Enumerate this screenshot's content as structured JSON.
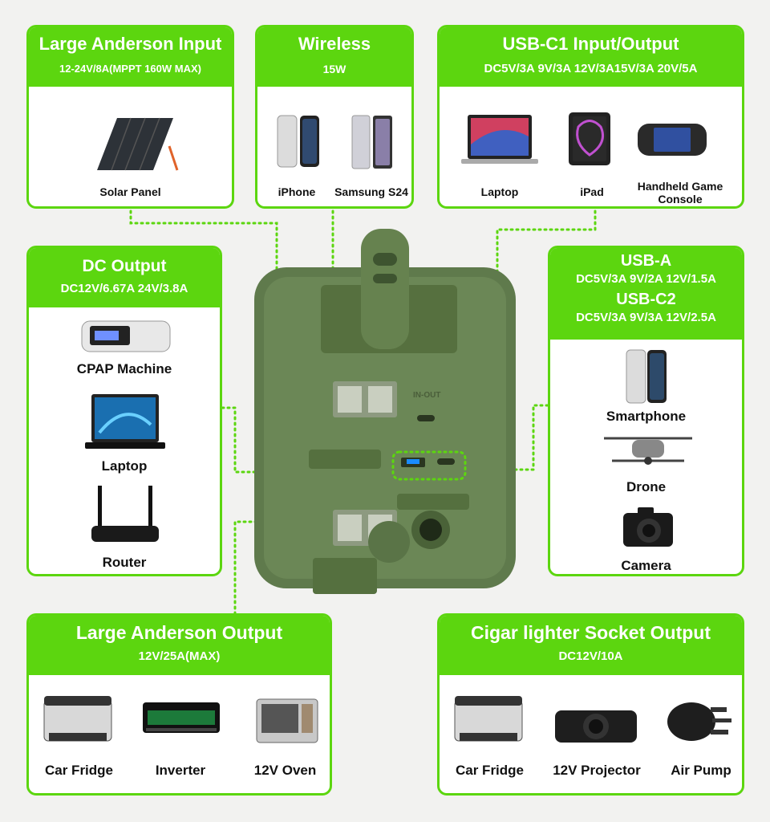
{
  "panels": {
    "anderson_input": {
      "title": "Large Anderson Input",
      "spec": "12-24V/8A(MPPT 160W MAX)",
      "devices": [
        "Solar Panel"
      ]
    },
    "wireless": {
      "title": "Wireless",
      "spec": "15W",
      "devices": [
        "iPhone",
        "Samsung S24"
      ]
    },
    "usbc1": {
      "title": "USB-C1 Input/Output",
      "spec": "DC5V/3A 9V/3A 12V/3A15V/3A 20V/5A",
      "devices": [
        "Laptop",
        "iPad",
        "Handheld Game Console"
      ]
    },
    "dc_output": {
      "title": "DC Output",
      "spec": "DC12V/6.67A 24V/3.8A",
      "devices": [
        "CPAP Machine",
        "Laptop",
        "Router"
      ]
    },
    "usba_c2": {
      "title1": "USB-A",
      "spec1": "DC5V/3A 9V/2A 12V/1.5A",
      "title2": "USB-C2",
      "spec2": "DC5V/3A 9V/3A 12V/2.5A",
      "devices": [
        "Smartphone",
        "Drone",
        "Camera"
      ]
    },
    "anderson_output": {
      "title": "Large Anderson Output",
      "spec": "12V/25A(MAX)",
      "devices": [
        "Car Fridge",
        "Inverter",
        "12V Oven"
      ]
    },
    "cigar": {
      "title": "Cigar lighter Socket Output",
      "spec": "DC12V/10A",
      "devices": [
        "Car Fridge",
        "12V Projector",
        "Air Pump"
      ]
    }
  },
  "device_labels": {
    "in_out": "IN-OUT"
  },
  "colors": {
    "accent": "#5cd60f",
    "device_body": "#5f7a4c",
    "background": "#f2f2f0"
  }
}
